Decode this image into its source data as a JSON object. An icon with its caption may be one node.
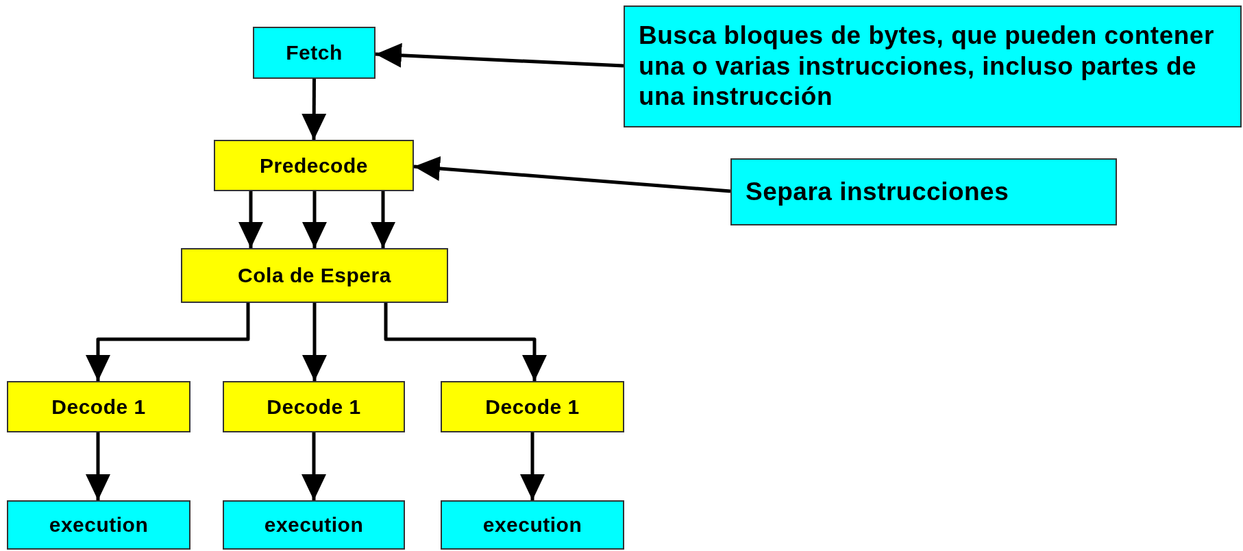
{
  "diagram": {
    "nodes": [
      {
        "text": [
          "Fetch"
        ]
      },
      {
        "text": [
          "Predecode"
        ]
      },
      {
        "text": [
          "Cola de Espera"
        ]
      },
      {
        "text": [
          "Decode 1"
        ]
      },
      {
        "text": [
          "Decode 1"
        ]
      },
      {
        "text": [
          "Decode 1"
        ]
      },
      {
        "text": [
          "execution"
        ]
      },
      {
        "text": [
          "execution"
        ]
      },
      {
        "text": [
          "execution"
        ]
      },
      {
        "text": [
          "Busca bloques de bytes, que pueden contener una o varias instrucciones, incluso partes de una instrucción"
        ]
      },
      {
        "text": [
          "Separa instrucciones"
        ]
      }
    ],
    "edges": [
      {
        "from": 0,
        "to": 1,
        "arrow": "to"
      },
      {
        "from": 1,
        "to": 2,
        "arrow": "to"
      },
      {
        "from": 1,
        "to": 2,
        "arrow": "to"
      },
      {
        "from": 1,
        "to": 2,
        "arrow": "to"
      },
      {
        "from": 2,
        "to": 3,
        "arrow": "to"
      },
      {
        "from": 2,
        "to": 4,
        "arrow": "to"
      },
      {
        "from": 2,
        "to": 5,
        "arrow": "to"
      },
      {
        "from": 3,
        "to": 6,
        "arrow": "to"
      },
      {
        "from": 4,
        "to": 7,
        "arrow": "to"
      },
      {
        "from": 5,
        "to": 8,
        "arrow": "to"
      },
      {
        "from": 9,
        "to": 0,
        "arrow": "to"
      },
      {
        "from": 10,
        "to": 1,
        "arrow": "to"
      }
    ]
  }
}
